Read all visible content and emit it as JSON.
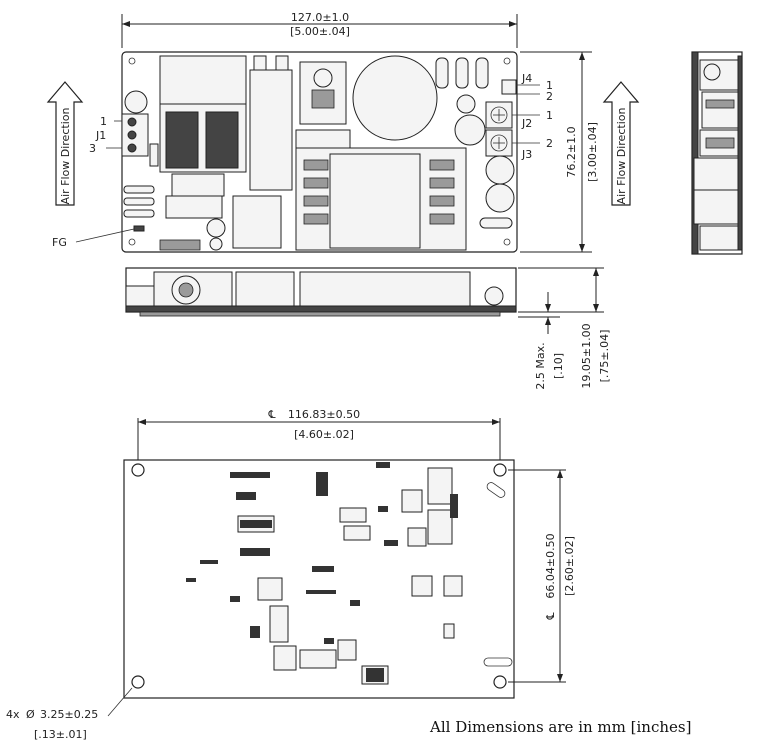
{
  "top_view": {
    "width_dim": "127.0±1.0",
    "width_dim_in": "[5.00±.04]",
    "height_dim": "76.2±1.0",
    "height_dim_in": "[3.00±.04]",
    "airflow_label": "Air Flow Direction",
    "j1_label": "J1",
    "j1_pin_top": "1",
    "j1_pin_bottom": "3",
    "j4_label": "J4",
    "j4_pin_1": "1",
    "j4_pin_2": "2",
    "j2_label": "J2",
    "j2_pin": "1",
    "j3_label": "J3",
    "j3_pin": "2",
    "fg_label": "FG"
  },
  "side_view": {
    "max_dim": "2.5 Max.",
    "max_dim_in": "[.10]",
    "height_dim": "19.05±1.00",
    "height_dim_in": "[.75±.04]"
  },
  "bottom_view": {
    "hole_spacing_x": "116.83±0.50",
    "hole_spacing_x_in": "[4.60±.02]",
    "hole_spacing_y": "66.04±0.50",
    "hole_spacing_y_in": "[2.60±.02]",
    "centerline_symbol": "℄",
    "hole_qty": "4x",
    "hole_symbol": "Ø",
    "hole_dim": "3.25±0.25",
    "hole_dim_in": "[.13±.01]"
  },
  "footer": {
    "note": "All Dimensions are in mm [inches]"
  }
}
